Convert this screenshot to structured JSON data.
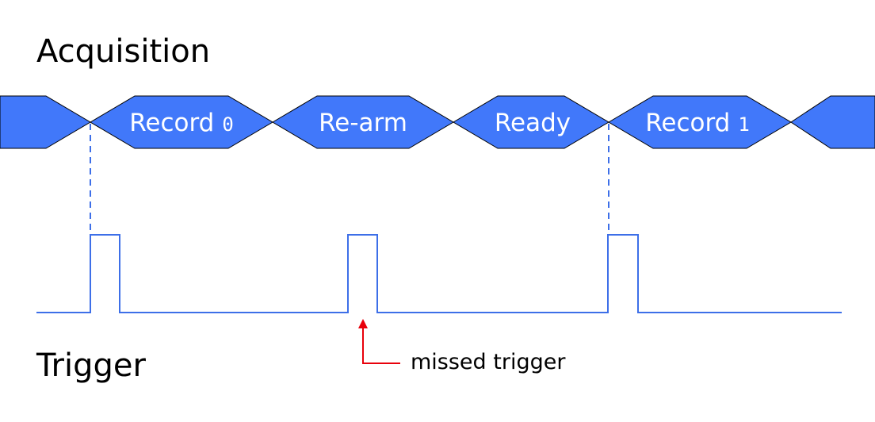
{
  "acquisition": {
    "title": "Acquisition",
    "states": [
      {
        "name": "Record",
        "number": "0"
      },
      {
        "name": "Re-arm",
        "number": ""
      },
      {
        "name": "Ready",
        "number": ""
      },
      {
        "name": "Record",
        "number": "1"
      }
    ]
  },
  "trigger": {
    "title": "Trigger",
    "annotation": "missed trigger"
  },
  "colors": {
    "state_fill": "#4178fa",
    "signal": "#3d6fe8",
    "annotation_arrow": "#e8000b"
  }
}
